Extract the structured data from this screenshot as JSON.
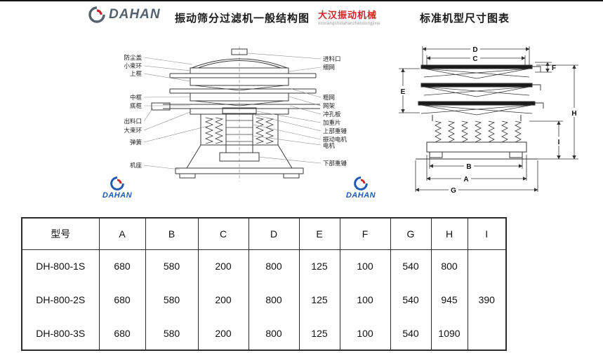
{
  "header": {
    "logo_text": "DAHAN",
    "left_title": "振动筛分过滤机一般结构图",
    "brand_cn": "大汉振动机械",
    "brand_sub": "xinxiangshidahanzhendongjixie",
    "right_title": "标准机型尺寸图表"
  },
  "logos": {
    "text": "DAHAN"
  },
  "structure_diagram": {
    "left_labels": [
      "防尘盖",
      "小束环",
      "上框",
      "中框",
      "底框",
      "出料口",
      "大束环",
      "弹簧",
      "机座"
    ],
    "right_labels": [
      "进料口",
      "细网",
      "粗网",
      "网架",
      "冲孔板",
      "加重片",
      "上部重锤",
      "振动电机",
      "电机",
      "下部重锤"
    ]
  },
  "dimension_diagram": {
    "labels": [
      "D",
      "C",
      "F",
      "E",
      "H",
      "I",
      "B",
      "A",
      "G"
    ]
  },
  "table": {
    "headers": [
      "型号",
      "A",
      "B",
      "C",
      "D",
      "E",
      "F",
      "G",
      "H",
      "I"
    ],
    "rows": [
      {
        "model": "DH-800-1S",
        "values": [
          "680",
          "580",
          "200",
          "800",
          "125",
          "100",
          "540",
          "800"
        ]
      },
      {
        "model": "DH-800-2S",
        "values": [
          "680",
          "580",
          "200",
          "800",
          "125",
          "100",
          "540",
          "945"
        ]
      },
      {
        "model": "DH-800-3S",
        "values": [
          "680",
          "580",
          "200",
          "800",
          "125",
          "100",
          "540",
          "1090"
        ]
      }
    ],
    "i_value": "390"
  }
}
